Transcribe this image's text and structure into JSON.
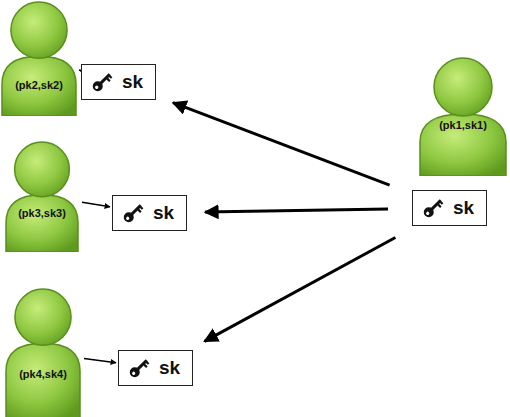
{
  "diagram": {
    "nodes": [
      {
        "text": [
          "(pk2,sk2)"
        ]
      },
      {
        "text": [
          "sk"
        ]
      },
      {
        "text": [
          "(pk1,sk1)"
        ]
      },
      {
        "text": [
          "(pk3,sk3)"
        ]
      },
      {
        "text": [
          "sk"
        ]
      },
      {
        "text": [
          "sk"
        ]
      },
      {
        "text": [
          "(pk4,sk4)"
        ]
      },
      {
        "text": [
          "sk"
        ]
      }
    ],
    "edges": [
      {
        "from": 0,
        "to": 1,
        "arrow": "to"
      },
      {
        "from": 5,
        "to": 1,
        "arrow": "to"
      },
      {
        "from": 3,
        "to": 4,
        "arrow": "to"
      },
      {
        "from": 5,
        "to": 4,
        "arrow": "to"
      },
      {
        "from": 6,
        "to": 7,
        "arrow": "to"
      },
      {
        "from": 5,
        "to": 7,
        "arrow": "to"
      }
    ]
  }
}
